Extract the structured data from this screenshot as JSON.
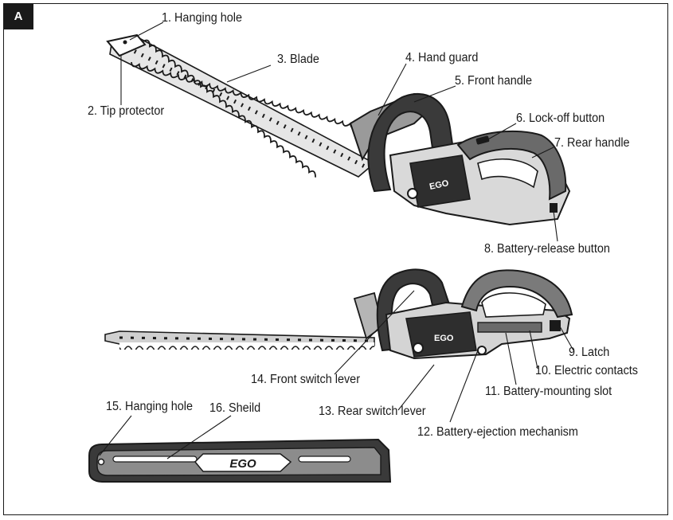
{
  "figure_badge": "A",
  "labels": {
    "l1": "1. Hanging hole",
    "l2": "2. Tip protector",
    "l3": "3. Blade",
    "l4": "4. Hand guard",
    "l5": "5. Front handle",
    "l6": "6. Lock-off button",
    "l7": "7. Rear handle",
    "l8": "8. Battery-release button",
    "l9": "9. Latch",
    "l10": "10. Electric contacts",
    "l11": "11. Battery-mounting slot",
    "l12": "12. Battery-ejection mechanism",
    "l13": "13. Rear switch lever",
    "l14": "14. Front switch lever",
    "l15": "15. Hanging hole",
    "l16": "16. Sheild"
  },
  "logo_text": "EGO",
  "colors": {
    "ink": "#1a1a1a",
    "fill_light": "#d9d9d9",
    "fill_mid": "#8c8c8c",
    "fill_dark": "#3a3a3a"
  }
}
